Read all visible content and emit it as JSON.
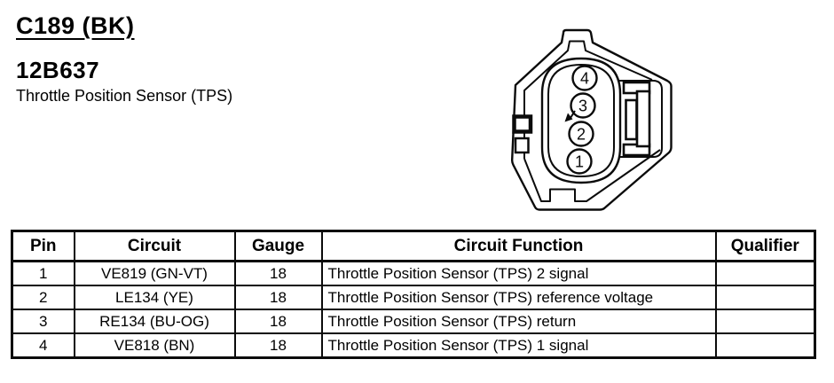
{
  "header": {
    "connector_id": "C189 (BK)",
    "part_number": "12B637",
    "description": "Throttle Position Sensor (TPS)"
  },
  "connector": {
    "pin_labels_top_to_bottom": [
      "4",
      "3",
      "2",
      "1"
    ]
  },
  "table": {
    "headers": [
      "Pin",
      "Circuit",
      "Gauge",
      "Circuit Function",
      "Qualifier"
    ],
    "rows": [
      {
        "pin": "1",
        "circuit": "VE819 (GN-VT)",
        "gauge": "18",
        "function": "Throttle Position Sensor (TPS) 2 signal",
        "qualifier": ""
      },
      {
        "pin": "2",
        "circuit": "LE134 (YE)",
        "gauge": "18",
        "function": "Throttle Position Sensor (TPS) reference voltage",
        "qualifier": ""
      },
      {
        "pin": "3",
        "circuit": "RE134 (BU-OG)",
        "gauge": "18",
        "function": "Throttle Position Sensor (TPS) return",
        "qualifier": ""
      },
      {
        "pin": "4",
        "circuit": "VE818 (BN)",
        "gauge": "18",
        "function": "Throttle Position Sensor (TPS) 1 signal",
        "qualifier": ""
      }
    ]
  },
  "colors": {
    "ink": "#0b0b0b",
    "paper": "#ffffff"
  }
}
